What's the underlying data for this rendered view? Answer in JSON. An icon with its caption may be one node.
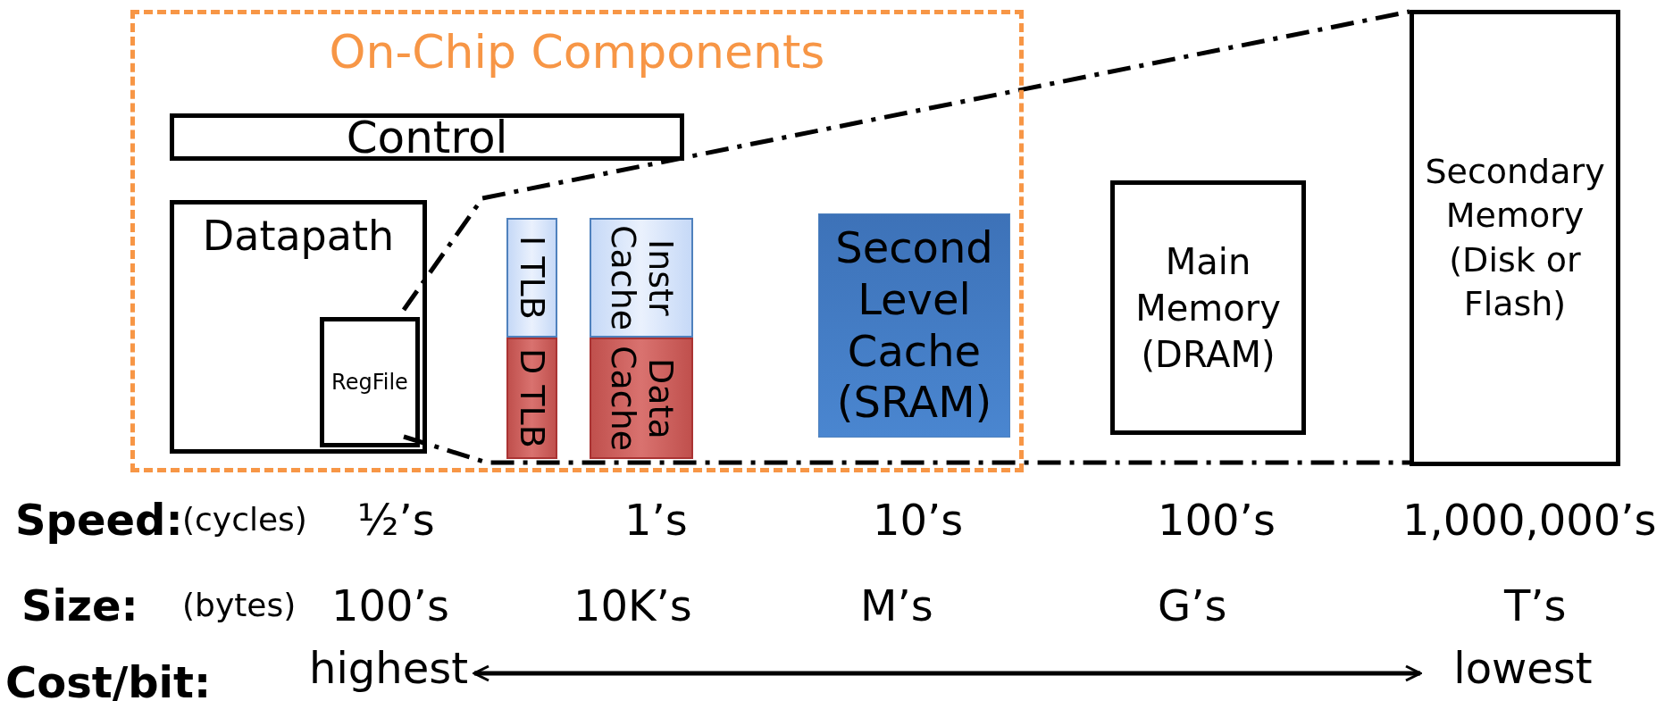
{
  "diagram": {
    "nodes": [
      {
        "text": [
          "On-Chip Components"
        ]
      },
      {
        "text": [
          "Control"
        ],
        "in": 0
      },
      {
        "text": [
          "Datapath"
        ],
        "in": 0
      },
      {
        "text": [
          "RegFile"
        ],
        "in": 2
      },
      {
        "text": [
          "I TLB"
        ],
        "in": 0
      },
      {
        "text": [
          "D TLB"
        ],
        "in": 0
      },
      {
        "text": [
          "Instr Cache"
        ],
        "in": 0
      },
      {
        "text": [
          "Data Cache"
        ],
        "in": 0
      },
      {
        "text": [
          "Second Level Cache (SRAM)"
        ],
        "in": 0
      },
      {
        "text": [
          "Main Memory (DRAM)"
        ]
      },
      {
        "text": [
          "Secondary Memory (Disk or Flash)"
        ]
      },
      {
        "text": [
          "highest"
        ]
      },
      {
        "text": [
          "lowest"
        ]
      }
    ],
    "edges": [
      {
        "from": 3,
        "to": 10,
        "arrow": "none",
        "style": "dashed"
      },
      {
        "from": 3,
        "to": 10,
        "arrow": "none",
        "style": "dashed"
      },
      {
        "from": 11,
        "to": 12,
        "arrow": "both"
      }
    ],
    "labels": [
      "Speed:",
      "(cycles)",
      "½’s",
      "1’s",
      "10’s",
      "100’s",
      "1,000,000’s",
      "Size:",
      "(bytes)",
      "100’s",
      "10K’s",
      "M’s",
      "G’s",
      "T’s",
      "Cost/bit:"
    ]
  }
}
